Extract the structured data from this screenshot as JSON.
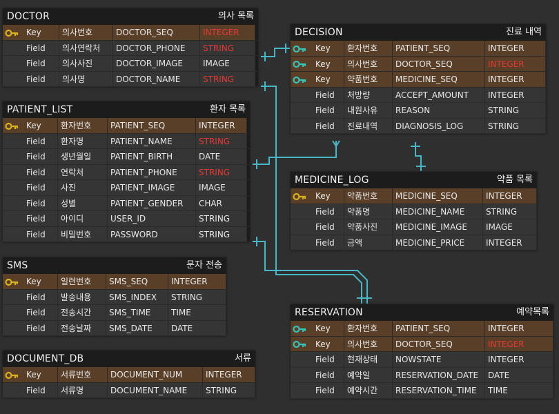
{
  "colors": {
    "background": "#2f2f2f",
    "key_row": "#5a3f28",
    "field_row": "#353535",
    "connector": "#48b8c8",
    "gold_key": "#d8b020",
    "teal_key": "#36c0b8",
    "red_type": "#e53935"
  },
  "tables": {
    "doctor": {
      "name": "DOCTOR",
      "desc": "의사 목록",
      "rows": [
        {
          "kind": "Key",
          "label": "의사번호",
          "column": "DOCTOR_SEQ",
          "type": "INTEGER",
          "icon": "gold-key-icon"
        },
        {
          "kind": "Field",
          "label": "의사연락처",
          "column": "DOCTOR_PHONE",
          "type": "STRING"
        },
        {
          "kind": "Field",
          "label": "의사사진",
          "column": "DOCTOR_IMAGE",
          "type": "IMAGE"
        },
        {
          "kind": "Field",
          "label": "의사명",
          "column": "DOCTOR_NAME",
          "type": "STRING"
        }
      ]
    },
    "patient_list": {
      "name": "PATIENT_LIST",
      "desc": "환자 목록",
      "rows": [
        {
          "kind": "Key",
          "label": "환자번호",
          "column": "PATIENT_SEQ",
          "type": "INTEGER",
          "icon": "gold-key-icon"
        },
        {
          "kind": "Field",
          "label": "환자명",
          "column": "PATIENT_NAME",
          "type": "STRING"
        },
        {
          "kind": "Field",
          "label": "생년월일",
          "column": "PATIENT_BIRTH",
          "type": "DATE"
        },
        {
          "kind": "Field",
          "label": "연락처",
          "column": "PATIENT_PHONE",
          "type": "STRING"
        },
        {
          "kind": "Field",
          "label": "사진",
          "column": "PATIENT_IMAGE",
          "type": "IMAGE"
        },
        {
          "kind": "Field",
          "label": "성별",
          "column": "PATIENT_GENDER",
          "type": "CHAR"
        },
        {
          "kind": "Field",
          "label": "아이디",
          "column": "USER_ID",
          "type": "STRING"
        },
        {
          "kind": "Field",
          "label": "비밀번호",
          "column": "PASSWORD",
          "type": "STRING"
        }
      ]
    },
    "sms": {
      "name": "SMS",
      "desc": "문자 전송",
      "rows": [
        {
          "kind": "Key",
          "label": "일련번호",
          "column": "SMS_SEQ",
          "type": "INTEGER",
          "icon": "gold-key-icon"
        },
        {
          "kind": "Field",
          "label": "발송내용",
          "column": "SMS_INDEX",
          "type": "STRING"
        },
        {
          "kind": "Field",
          "label": "전송시간",
          "column": "SMS_TIME",
          "type": "TIME"
        },
        {
          "kind": "Field",
          "label": "전송날짜",
          "column": "SMS_DATE",
          "type": "DATE"
        }
      ]
    },
    "document_db": {
      "name": "DOCUMENT_DB",
      "desc": "서류",
      "rows": [
        {
          "kind": "Key",
          "label": "서류번호",
          "column": "DOCUMENT_NUM",
          "type": "INTEGER",
          "icon": "gold-key-icon"
        },
        {
          "kind": "Field",
          "label": "서류명",
          "column": "DOCUMENT_NAME",
          "type": "STRING"
        }
      ]
    },
    "decision": {
      "name": "DECISION",
      "desc": "진료 내역",
      "rows": [
        {
          "kind": "Key",
          "label": "환자번호",
          "column": "PATIENT_SEQ",
          "type": "INTEGER",
          "icon": "teal-key-icon"
        },
        {
          "kind": "Key",
          "label": "의사번호",
          "column": "DOCTOR_SEQ",
          "type": "INTEGER",
          "icon": "teal-key-icon"
        },
        {
          "kind": "Key",
          "label": "약품번호",
          "column": "MEDICINE_SEQ",
          "type": "INTEGER",
          "icon": "teal-key-icon"
        },
        {
          "kind": "Field",
          "label": "처방량",
          "column": "ACCEPT_AMOUNT",
          "type": "INTEGER"
        },
        {
          "kind": "Field",
          "label": "내원사유",
          "column": "REASON",
          "type": "STRING"
        },
        {
          "kind": "Field",
          "label": "진료내역",
          "column": "DIAGNOSIS_LOG",
          "type": "STRING"
        }
      ]
    },
    "medicine_log": {
      "name": "MEDICINE_LOG",
      "desc": "약품 목록",
      "rows": [
        {
          "kind": "Key",
          "label": "약품번호",
          "column": "MEDICINE_SEQ",
          "type": "INTEGER",
          "icon": "gold-key-icon"
        },
        {
          "kind": "Field",
          "label": "약품명",
          "column": "MEDICINE_NAME",
          "type": "STRING"
        },
        {
          "kind": "Field",
          "label": "약품사진",
          "column": "MEDICINE_IMAGE",
          "type": "IMAGE"
        },
        {
          "kind": "Field",
          "label": "금액",
          "column": "MEDICINE_PRICE",
          "type": "INTEGER"
        }
      ]
    },
    "reservation": {
      "name": "RESERVATION",
      "desc": "예약목록",
      "rows": [
        {
          "kind": "Key",
          "label": "환자번호",
          "column": "PATIENT_SEQ",
          "type": "INTEGER",
          "icon": "teal-key-icon"
        },
        {
          "kind": "Key",
          "label": "의사번호",
          "column": "DOCTOR_SEQ",
          "type": "INTEGER",
          "icon": "teal-key-icon"
        },
        {
          "kind": "Field",
          "label": "현재상태",
          "column": "NOWSTATE",
          "type": "INTEGER"
        },
        {
          "kind": "Field",
          "label": "예약일",
          "column": "RESERVATION_DATE",
          "type": "DATE"
        },
        {
          "kind": "Field",
          "label": "예약시간",
          "column": "RESERVATION_TIME",
          "type": "TIME"
        }
      ]
    }
  }
}
